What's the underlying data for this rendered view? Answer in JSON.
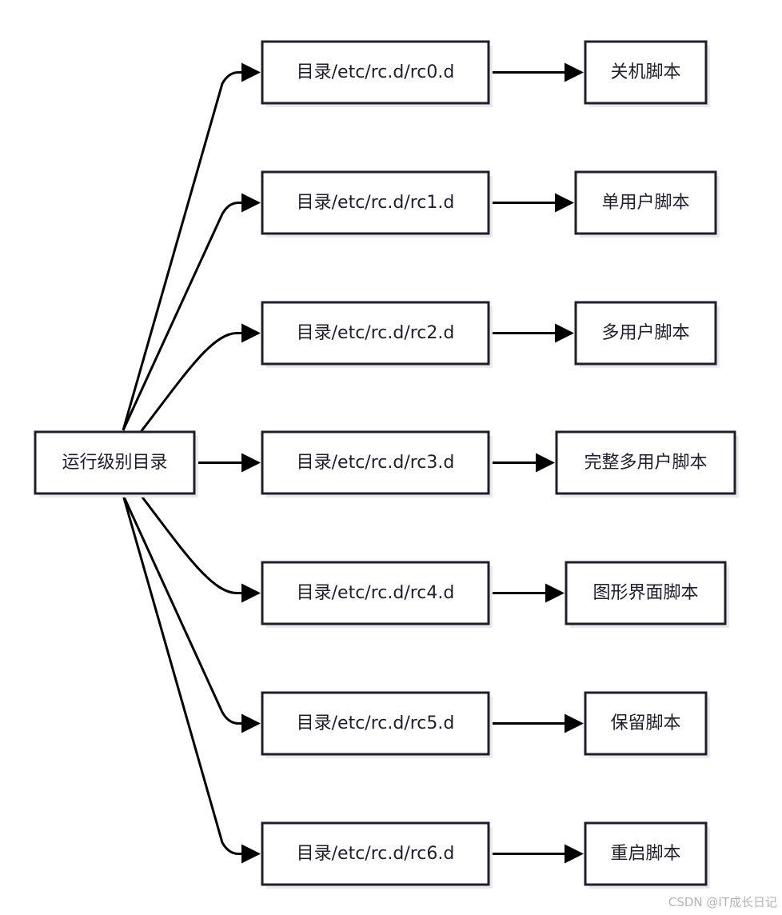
{
  "diagram": {
    "root": {
      "label": "运行级别目录"
    },
    "levels": [
      {
        "directory": "目录/etc/rc.d/rc0.d",
        "script": "关机脚本"
      },
      {
        "directory": "目录/etc/rc.d/rc1.d",
        "script": "单用户脚本"
      },
      {
        "directory": "目录/etc/rc.d/rc2.d",
        "script": "多用户脚本"
      },
      {
        "directory": "目录/etc/rc.d/rc3.d",
        "script": "完整多用户脚本"
      },
      {
        "directory": "目录/etc/rc.d/rc4.d",
        "script": "图形界面脚本"
      },
      {
        "directory": "目录/etc/rc.d/rc5.d",
        "script": "保留脚本"
      },
      {
        "directory": "目录/etc/rc.d/rc6.d",
        "script": "重启脚本"
      }
    ]
  },
  "watermark": "CSDN @IT成长日记",
  "colors": {
    "box_stroke": "#1f1f2b",
    "box_fill": "#ffffff",
    "edge": "#000000",
    "watermark": "#b4b4b4"
  }
}
